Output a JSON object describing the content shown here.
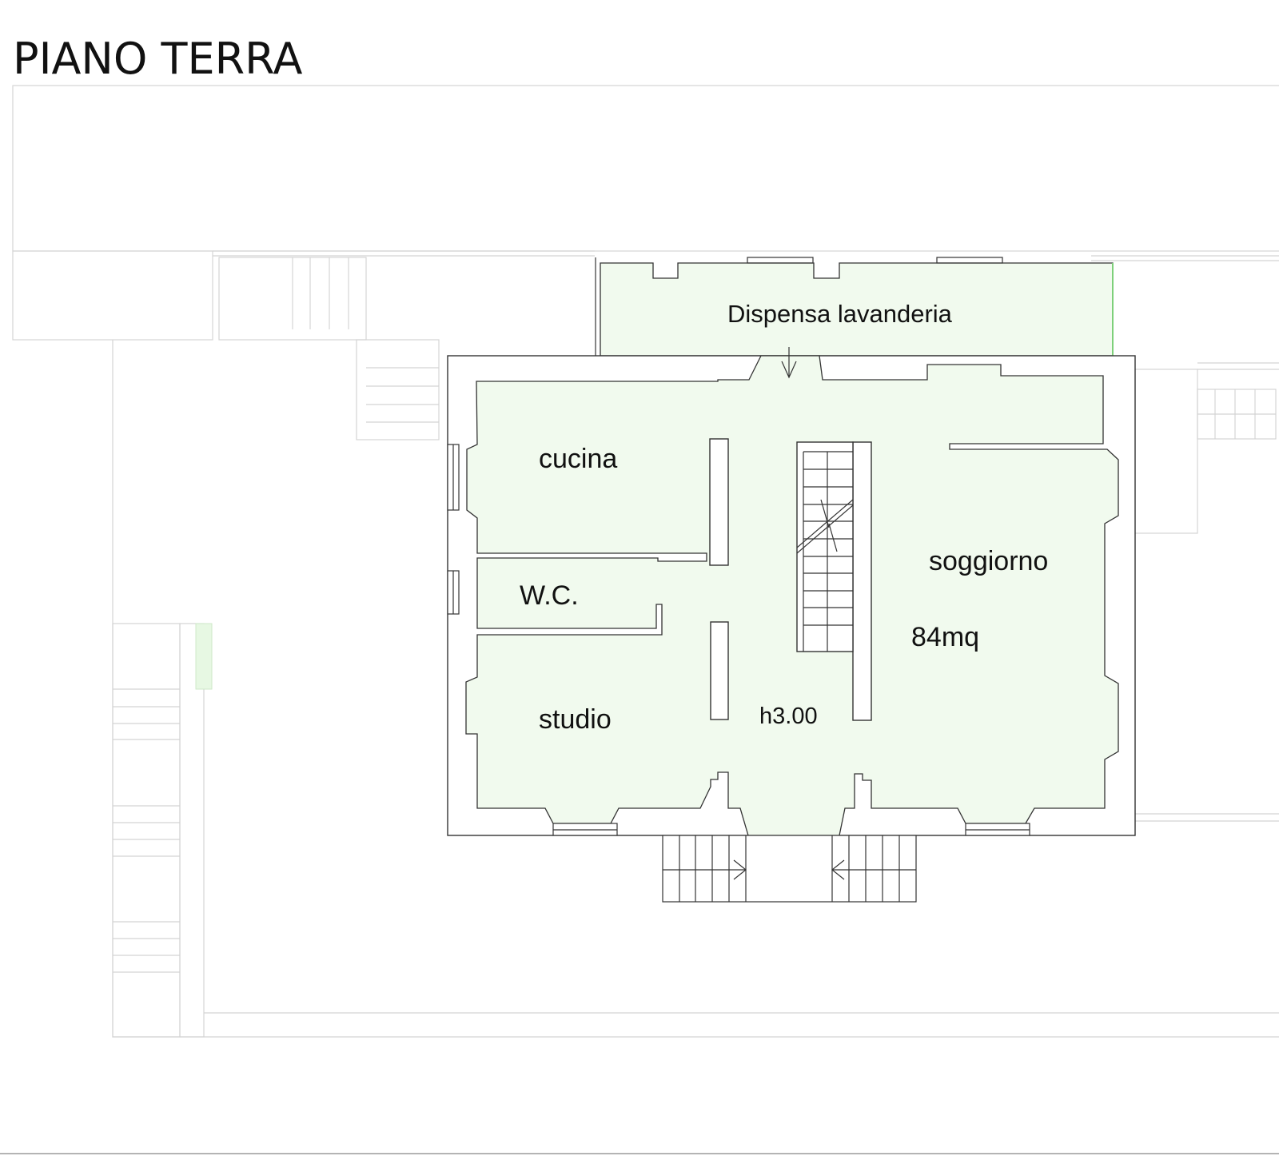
{
  "title": "PIANO TERRA",
  "colors": {
    "room_fill": "#f1faee",
    "wall": "#333333",
    "outline": "#d4d4d4"
  },
  "rooms": {
    "dispensa": "Dispensa lavanderia",
    "cucina": "cucina",
    "wc": "W.C.",
    "soggiorno": "soggiorno",
    "area": "84mq",
    "studio": "studio",
    "height": "h3.00"
  }
}
